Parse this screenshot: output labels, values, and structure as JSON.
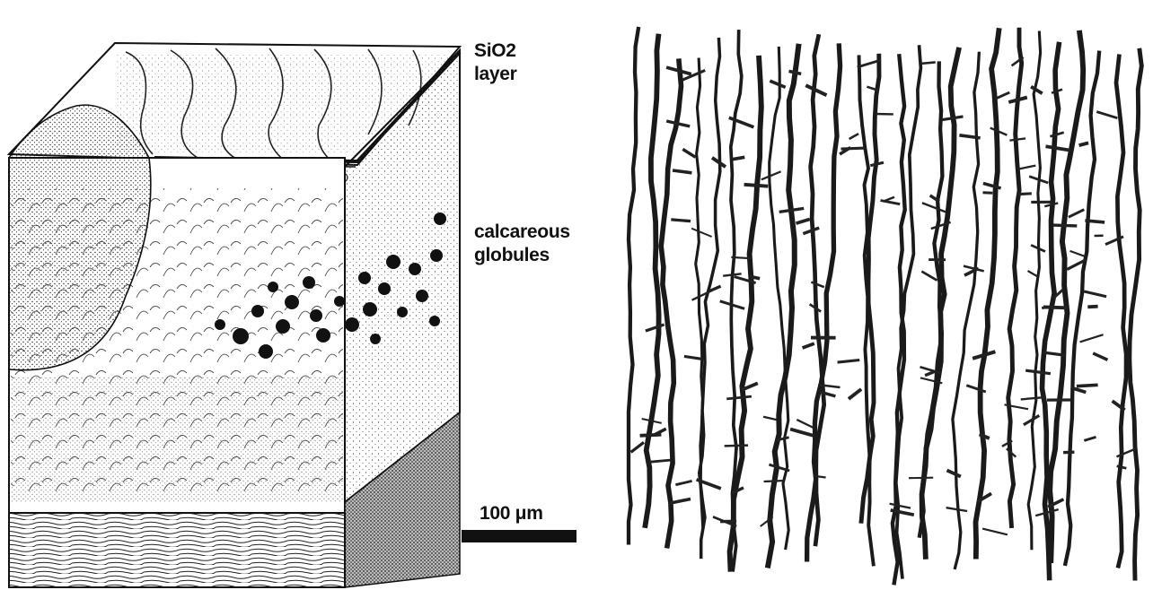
{
  "labels": {
    "sio2_line1": "SiO2",
    "sio2_line2": "layer",
    "calcareous_line1": "calcareous",
    "calcareous_line2": "globules",
    "scale_text": "100 μm"
  },
  "colors": {
    "ink": "#111111",
    "paper": "#ffffff",
    "stipple": "#2a2a2a"
  }
}
